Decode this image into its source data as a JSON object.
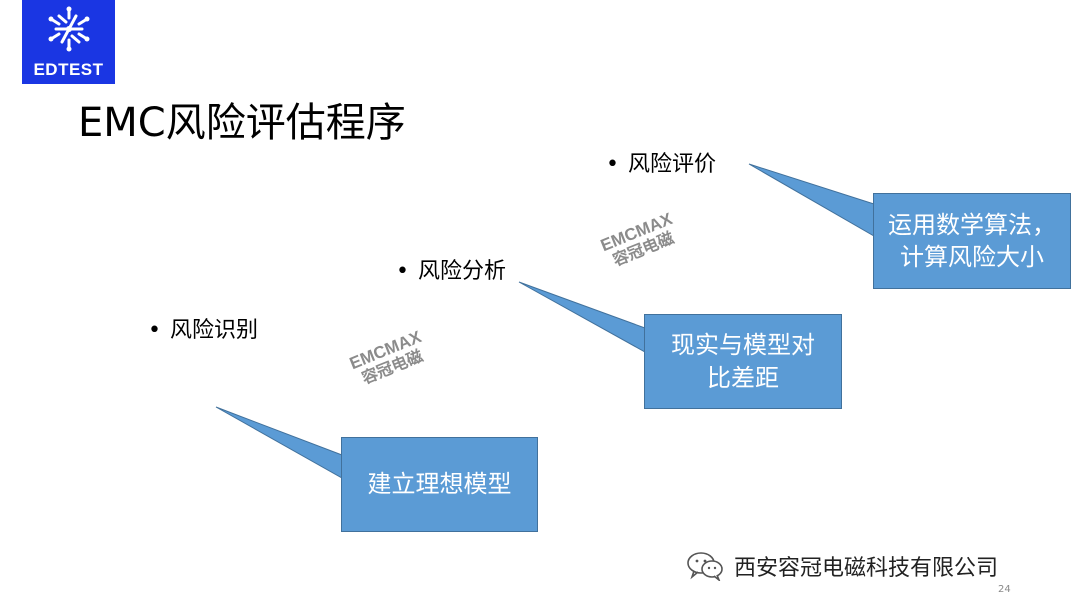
{
  "logo": {
    "text": "EDTEST"
  },
  "title": "EMC风险评估程序",
  "bullets": [
    {
      "dot": "•",
      "text": "风险评价"
    },
    {
      "dot": "•",
      "text": "风险分析"
    },
    {
      "dot": "•",
      "text": "风险识别"
    }
  ],
  "callouts": [
    {
      "lines": [
        "运用数学算法，",
        "计算风险大小"
      ]
    },
    {
      "lines": [
        "现实与模型对",
        "比差距"
      ]
    },
    {
      "lines": [
        "建立理想模型"
      ]
    }
  ],
  "watermarks": [
    {
      "en": "EMCMAX",
      "cn": "容冠电磁"
    },
    {
      "en": "EMCMAX",
      "cn": "容冠电磁"
    }
  ],
  "footer": {
    "company": "西安容冠电磁科技有限公司",
    "icon": "wechat-icon"
  },
  "page_number": "24",
  "colors": {
    "callout_fill": "#5b9bd5",
    "callout_border": "#41719c",
    "logo_bg": "#1a36e3"
  }
}
